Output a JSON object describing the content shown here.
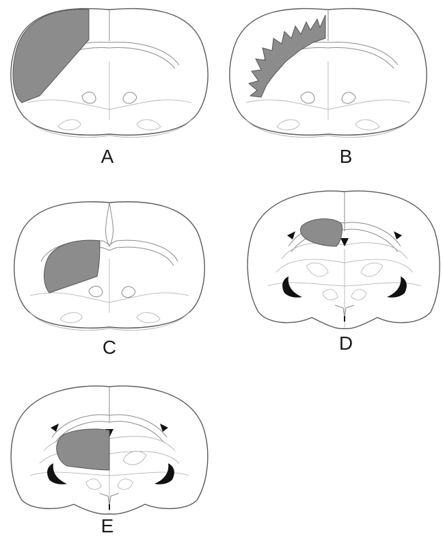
{
  "figure": {
    "panels": [
      {
        "label": "A"
      },
      {
        "label": "B"
      },
      {
        "label": "C"
      },
      {
        "label": "D"
      },
      {
        "label": "E"
      }
    ]
  },
  "colors": {
    "lesion": "#8c8c8c",
    "outline": "#5a5a5a",
    "background": "#ffffff"
  }
}
